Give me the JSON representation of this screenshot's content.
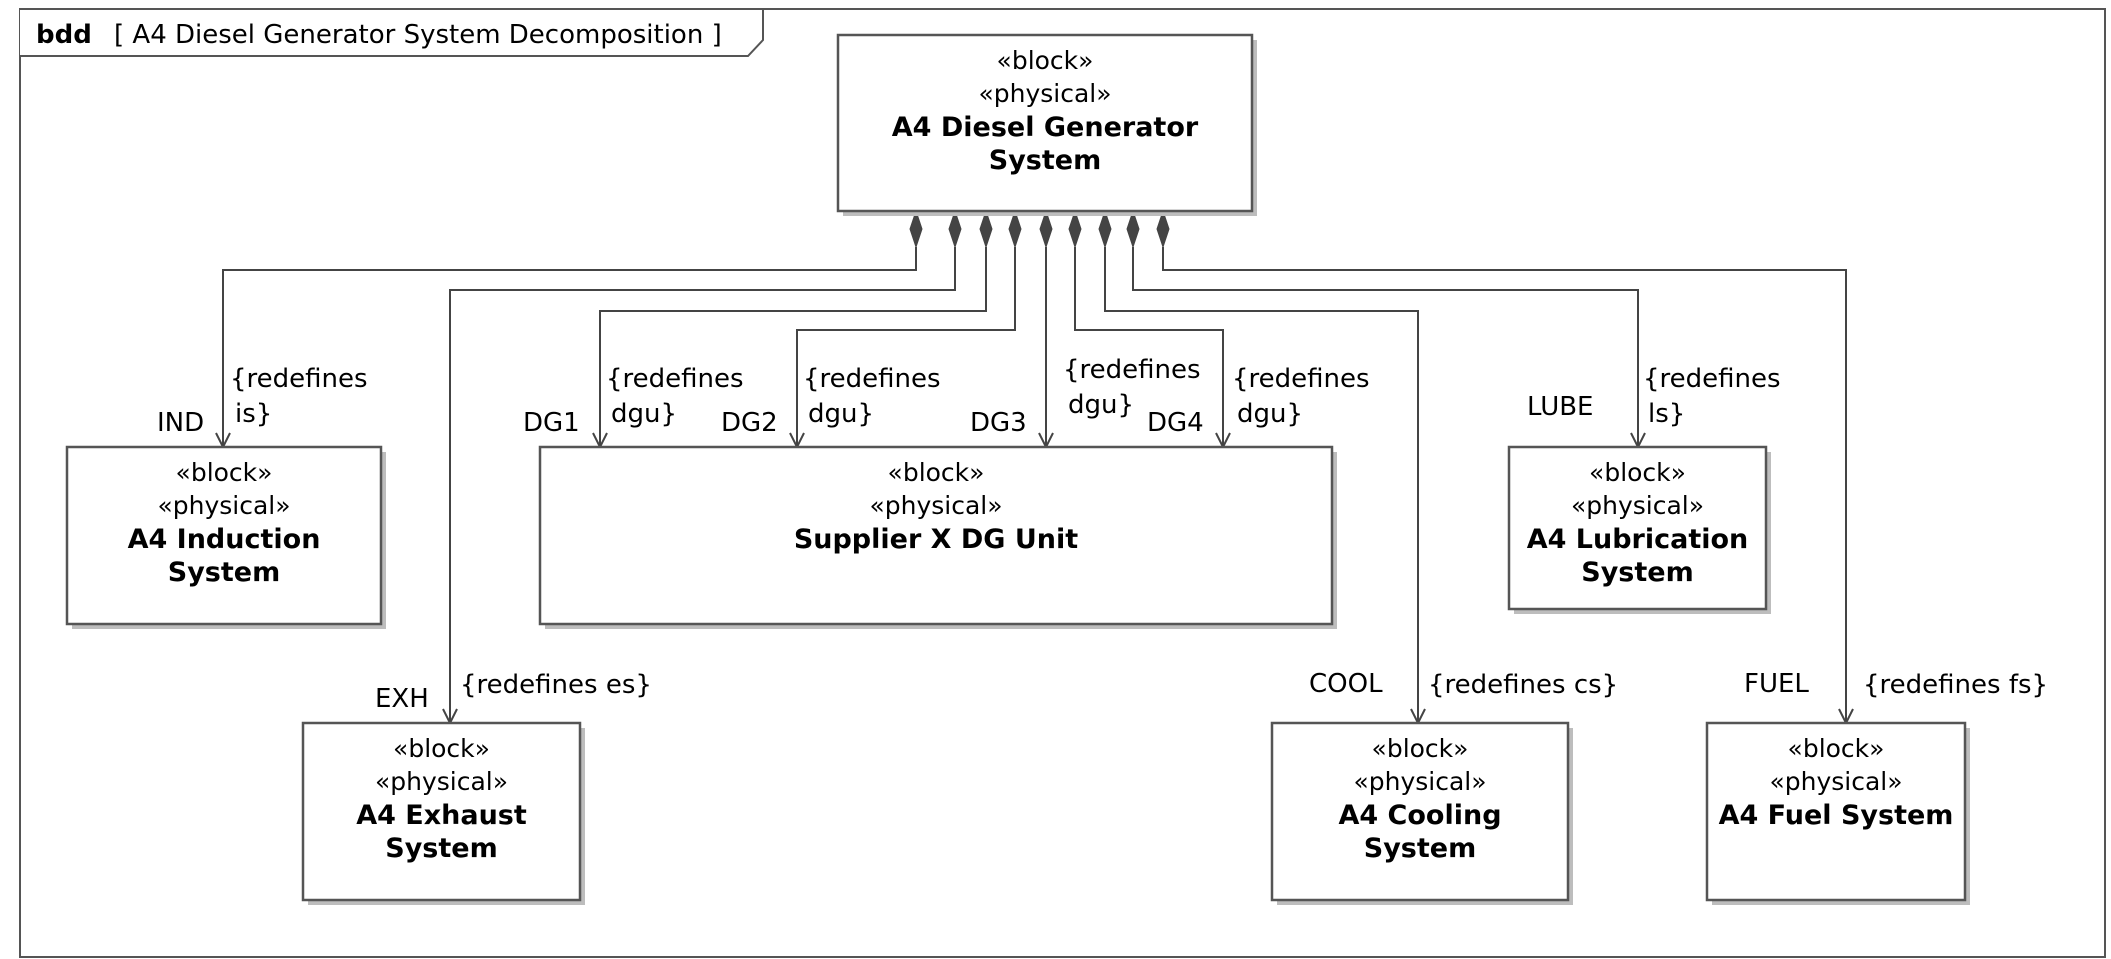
{
  "frame": {
    "kind": "bdd",
    "title": "[ A4 Diesel Generator System Decomposition ]"
  },
  "root": {
    "id": "root",
    "stereotypes": [
      "«block»",
      "«physical»"
    ],
    "name": [
      "A4 Diesel Generator",
      "System"
    ]
  },
  "blocks": [
    {
      "id": "induction",
      "stereotypes": [
        "«block»",
        "«physical»"
      ],
      "name": [
        "A4 Induction",
        "System"
      ]
    },
    {
      "id": "dgunit",
      "stereotypes": [
        "«block»",
        "«physical»"
      ],
      "name": [
        "Supplier X DG Unit"
      ]
    },
    {
      "id": "lubrication",
      "stereotypes": [
        "«block»",
        "«physical»"
      ],
      "name": [
        "A4 Lubrication",
        "System"
      ]
    },
    {
      "id": "exhaust",
      "stereotypes": [
        "«block»",
        "«physical»"
      ],
      "name": [
        "A4 Exhaust",
        "System"
      ]
    },
    {
      "id": "cooling",
      "stereotypes": [
        "«block»",
        "«physical»"
      ],
      "name": [
        "A4 Cooling",
        "System"
      ]
    },
    {
      "id": "fuel",
      "stereotypes": [
        "«block»",
        "«physical»"
      ],
      "name": [
        "A4 Fuel System"
      ]
    }
  ],
  "compositions": [
    {
      "id": "ind",
      "target": "induction",
      "role": "IND",
      "constraint": [
        "{redefines",
        "is}"
      ]
    },
    {
      "id": "exh",
      "target": "exhaust",
      "role": "EXH",
      "constraint": [
        "{redefines es}"
      ]
    },
    {
      "id": "dg1",
      "target": "dgunit",
      "role": "DG1",
      "constraint": [
        "{redefines",
        "dgu}"
      ]
    },
    {
      "id": "dg2",
      "target": "dgunit",
      "role": "DG2",
      "constraint": [
        "{redefines",
        "dgu}"
      ]
    },
    {
      "id": "dg3",
      "target": "dgunit",
      "role": "DG3",
      "constraint": [
        "{redefines",
        "dgu}"
      ]
    },
    {
      "id": "dg4",
      "target": "dgunit",
      "role": "DG4",
      "constraint": [
        "{redefines",
        "dgu}"
      ]
    },
    {
      "id": "cool",
      "target": "cooling",
      "role": "COOL",
      "constraint": [
        "{redefines cs}"
      ]
    },
    {
      "id": "lube",
      "target": "lubrication",
      "role": "LUBE",
      "constraint": [
        "{redefines",
        "ls}"
      ]
    },
    {
      "id": "fuel",
      "target": "fuel",
      "role": "FUEL",
      "constraint": [
        "{redefines fs}"
      ]
    }
  ]
}
